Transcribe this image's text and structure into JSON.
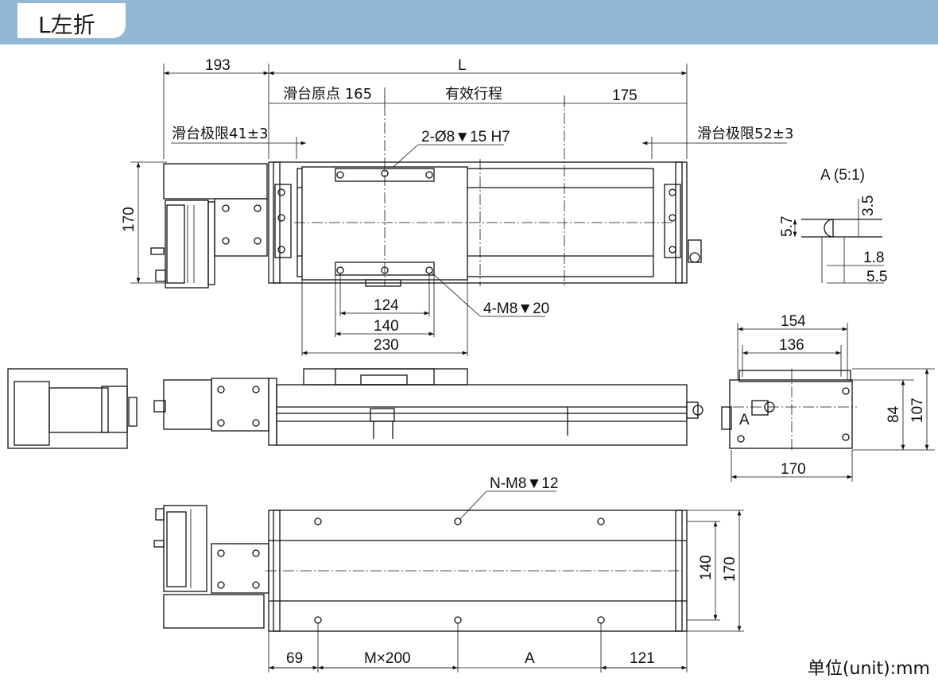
{
  "title": "L左折",
  "unit_label": "单位(unit):mm",
  "top_view": {
    "dim_193": "193",
    "dim_L": "L",
    "origin_label": "滑台原点 165",
    "stroke_label": "有效行程",
    "dim_175": "175",
    "limit_left": "滑台极限41±3",
    "limit_right": "滑台极限52±3",
    "pin_hole": "2-Ø8▼15 H7",
    "height_170": "170",
    "dim_124": "124",
    "dim_140": "140",
    "dim_230": "230",
    "tapped_holes": "4-M8▼20"
  },
  "detail_a": {
    "title": "A (5:1)",
    "dim_3_5": "3.5",
    "dim_5_7": "5.7",
    "dim_1_8": "1.8",
    "dim_5_5": "5.5"
  },
  "end_view": {
    "dim_154": "154",
    "dim_136": "136",
    "dim_84": "84",
    "dim_107": "107",
    "dim_170": "170",
    "marker_a": "A"
  },
  "bottom_view": {
    "holes_label": "N-M8▼12",
    "dim_140": "140",
    "dim_170": "170",
    "dim_69": "69",
    "dim_m200": "M×200",
    "dim_a": "A",
    "dim_121": "121"
  }
}
